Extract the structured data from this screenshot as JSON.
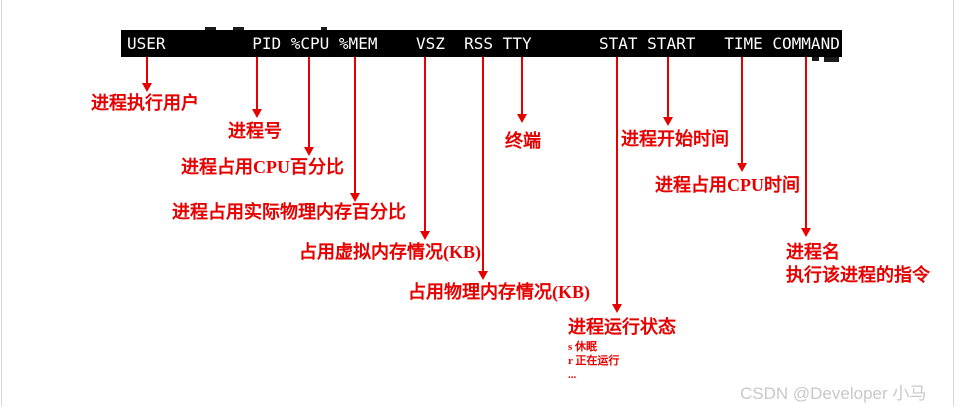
{
  "terminal_header": {
    "text": "USER         PID %CPU %MEM    VSZ  RSS TTY       STAT START   TIME COMMAND",
    "columns": [
      "USER",
      "PID",
      "%CPU",
      "%MEM",
      "VSZ",
      "RSS",
      "TTY",
      "STAT",
      "START",
      "TIME",
      "COMMAND"
    ]
  },
  "annotations": {
    "user": {
      "label": "进程执行用户"
    },
    "pid": {
      "label": "进程号"
    },
    "cpu": {
      "label": "进程占用CPU百分比"
    },
    "mem": {
      "label": "进程占用实际物理内存百分比"
    },
    "vsz": {
      "label": "占用虚拟内存情况(KB)"
    },
    "rss": {
      "label": "占用物理内存情况(KB)"
    },
    "tty": {
      "label": "终端"
    },
    "stat": {
      "label": "进程运行状态",
      "sub": [
        "s 休眠",
        "r 正在运行",
        "..."
      ]
    },
    "start": {
      "label": "进程开始时间"
    },
    "time": {
      "label": "进程占用CPU时间"
    },
    "command": {
      "label": "进程名",
      "label2": "执行该进程的指令"
    }
  },
  "watermark": "CSDN @Developer 小马",
  "colors": {
    "annotation_red": "#e60000",
    "bar_background": "#000000",
    "bar_text": "#ffffff",
    "watermark_gray": "#c8c8c8",
    "border_gray": "#d8d8d8"
  }
}
